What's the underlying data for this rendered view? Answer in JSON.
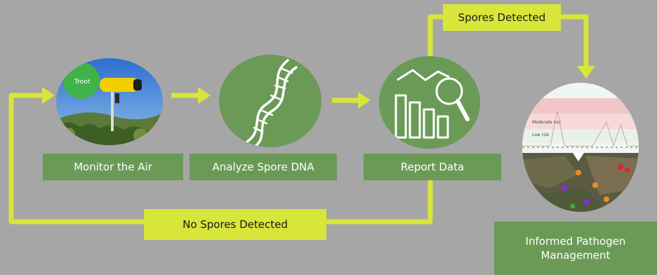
{
  "colors": {
    "background": "#a6a6a6",
    "node_green": "#6b9a57",
    "connector_yellow": "#d8e53a",
    "label_text": "#ffffff",
    "tag_text": "#1a1a1a"
  },
  "steps": [
    {
      "label": "Monitor the Air",
      "icon": "air-sampler-photo"
    },
    {
      "label": "Analyze Spore DNA",
      "icon": "dna-helix-icon"
    },
    {
      "label": "Report Data",
      "icon": "bar-chart-magnifier-icon"
    }
  ],
  "outcome": {
    "label": "Informed Pathogen Management",
    "icon": "risk-chart-map-photo"
  },
  "branches": {
    "positive": "Spores Detected",
    "negative": "No Spores Detected"
  },
  "photo": {
    "logo_text": "Troot",
    "risk_levels": [
      "Moderate risk",
      "Low risk"
    ]
  }
}
